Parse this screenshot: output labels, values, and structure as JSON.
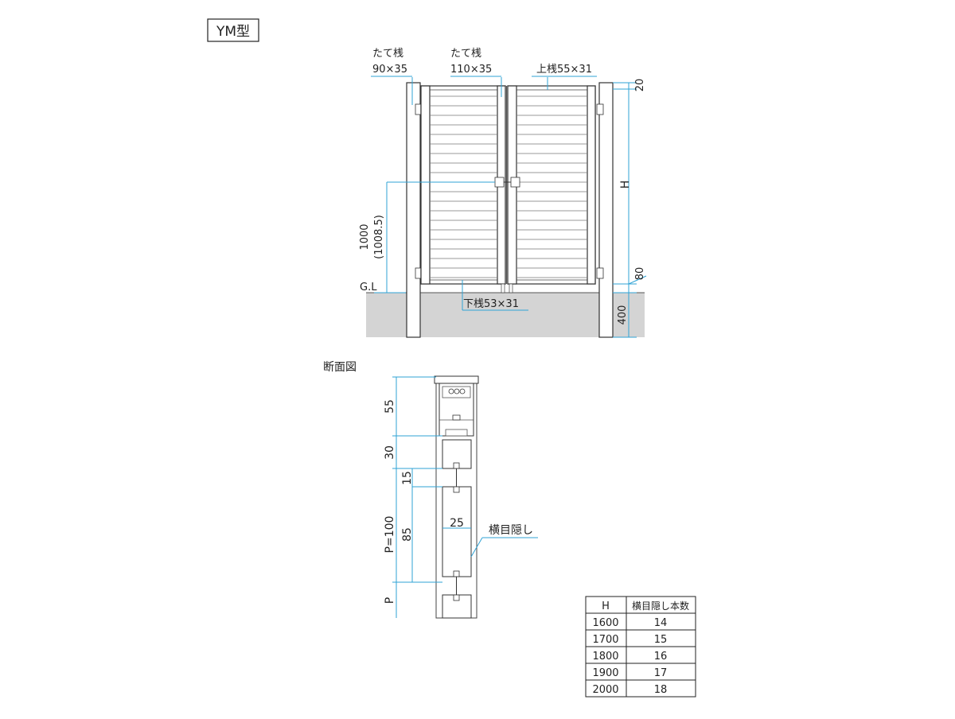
{
  "title": "YM型",
  "elevation": {
    "labels": {
      "stile_side": "たて桟",
      "stile_side_size": "90×35",
      "stile_center": "たて桟",
      "stile_center_size": "110×35",
      "top_rail": "上桟55×31",
      "bottom_rail": "下桟53×31",
      "ground": "G.L",
      "handle_height": "1000",
      "handle_height_alt": "(1008.5)"
    },
    "dims": {
      "top_gap": "20",
      "height": "H",
      "bottom_gap": "80",
      "embed": "400"
    }
  },
  "section": {
    "title": "断面図",
    "dims": {
      "d55": "55",
      "d30": "30",
      "d15": "15",
      "pitch": "P=100",
      "d85": "85",
      "d25": "25",
      "p": "P"
    },
    "slat_label": "横目隠し"
  },
  "table": {
    "headers": [
      "H",
      "横目隠し本数"
    ],
    "rows": [
      [
        "1600",
        "14"
      ],
      [
        "1700",
        "15"
      ],
      [
        "1800",
        "16"
      ],
      [
        "1900",
        "17"
      ],
      [
        "2000",
        "18"
      ]
    ]
  },
  "colors": {
    "dimension_line": "#2fa3d6",
    "ground_fill": "#d4d4d4",
    "outline": "#333333"
  }
}
